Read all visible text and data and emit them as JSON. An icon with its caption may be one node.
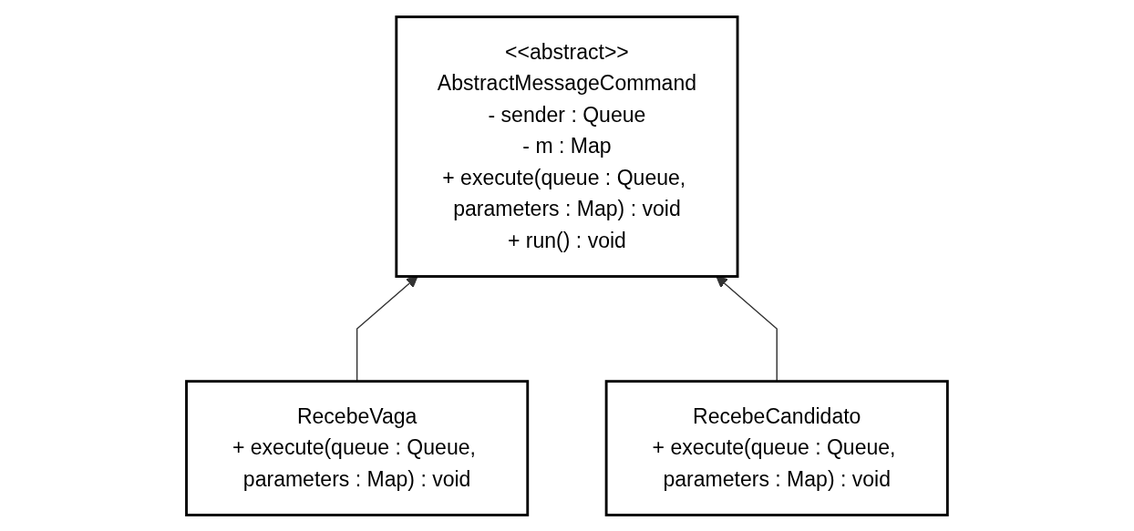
{
  "diagram": {
    "nodes": [
      {
        "text": [
          "<<abstract>>",
          "AbstractMessageCommand",
          "- sender : Queue",
          "- m : Map",
          "+ execute(queue : Queue, parameters : Map) : void",
          "+ run() : void"
        ]
      },
      {
        "text": [
          "RecebeVaga",
          "+ execute(queue : Queue, parameters : Map) : void"
        ]
      },
      {
        "text": [
          "RecebeCandidato",
          "+ execute(queue : Queue, parameters : Map) : void"
        ]
      }
    ],
    "edges": [
      {
        "from": 1,
        "to": 0,
        "arrow": "to"
      },
      {
        "from": 2,
        "to": 0,
        "arrow": "to"
      }
    ]
  }
}
